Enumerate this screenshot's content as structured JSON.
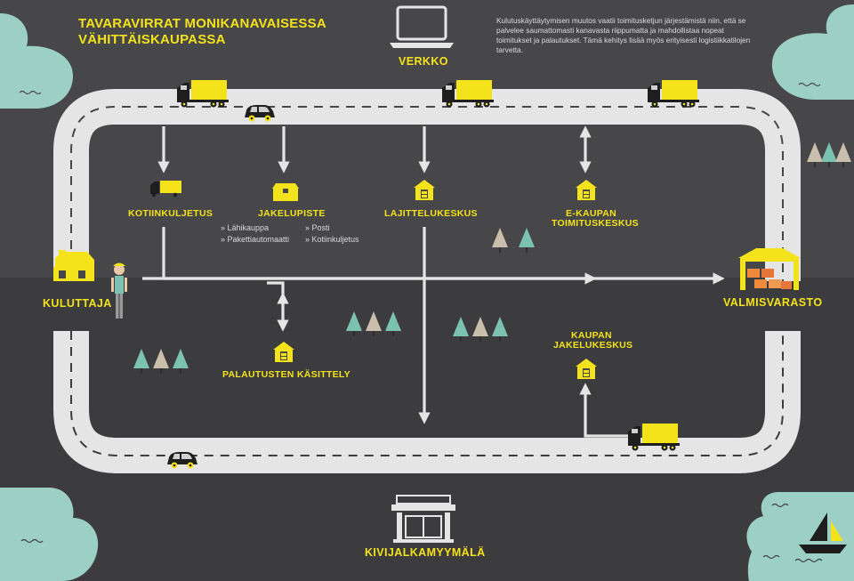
{
  "title": {
    "line1": "TAVARAVIRRAT MONIKANAVAISESSA",
    "line2": "VÄHITTÄISKAUPASSA"
  },
  "intro_text": "Kulutuskäyttäytymisen muutos vaatii toimitusketjun järjestämistä niin, että se palvelee saumattomasti kanavasta riippumatta ja mahdollistaa nopeat toimitukset ja palautukset. Tämä kehitys lisää myös erityisesti logistiikkatilojen tarvetta.",
  "nodes": {
    "verkko": "VERKKO",
    "kotiinkuljetus": "KOTIINKULJETUS",
    "jakelupiste": "JAKELUPISTE",
    "lajittelukeskus": "LAJITTELUKESKUS",
    "ekaupan_line1": "E-KAUPAN",
    "ekaupan_line2": "TOIMITUSKESKUS",
    "kuluttaja": "KULUTTAJA",
    "valmisvarasto": "VALMISVARASTO",
    "palautusten": "PALAUTUSTEN KÄSITTELY",
    "kaupan_line1": "KAUPAN",
    "kaupan_line2": "JAKELUKESKUS",
    "kivijalka": "KIVIJALKAMYYMÄLÄ"
  },
  "jakelupiste_options": {
    "left": [
      "» Lähikauppa",
      "» Pakettiautomaatti"
    ],
    "right": [
      "» Posti",
      "» Kotiinkuljetus"
    ]
  },
  "colors": {
    "background_upper": "#47474a",
    "background_lower": "#3c3c3f",
    "road": "#e5e5e5",
    "accent": "#f4e21a",
    "water": "#9dd0c4",
    "tree_teal": "#7bc3b0",
    "tree_beige": "#c9bfac",
    "box_orange": "#ef8a3a"
  },
  "icons": [
    "laptop-icon",
    "truck-icon",
    "car-icon",
    "package-icon",
    "warehouse-icon",
    "house-icon",
    "person-icon",
    "store-icon",
    "tree-icon",
    "sailboat-icon",
    "cloud-icon"
  ]
}
